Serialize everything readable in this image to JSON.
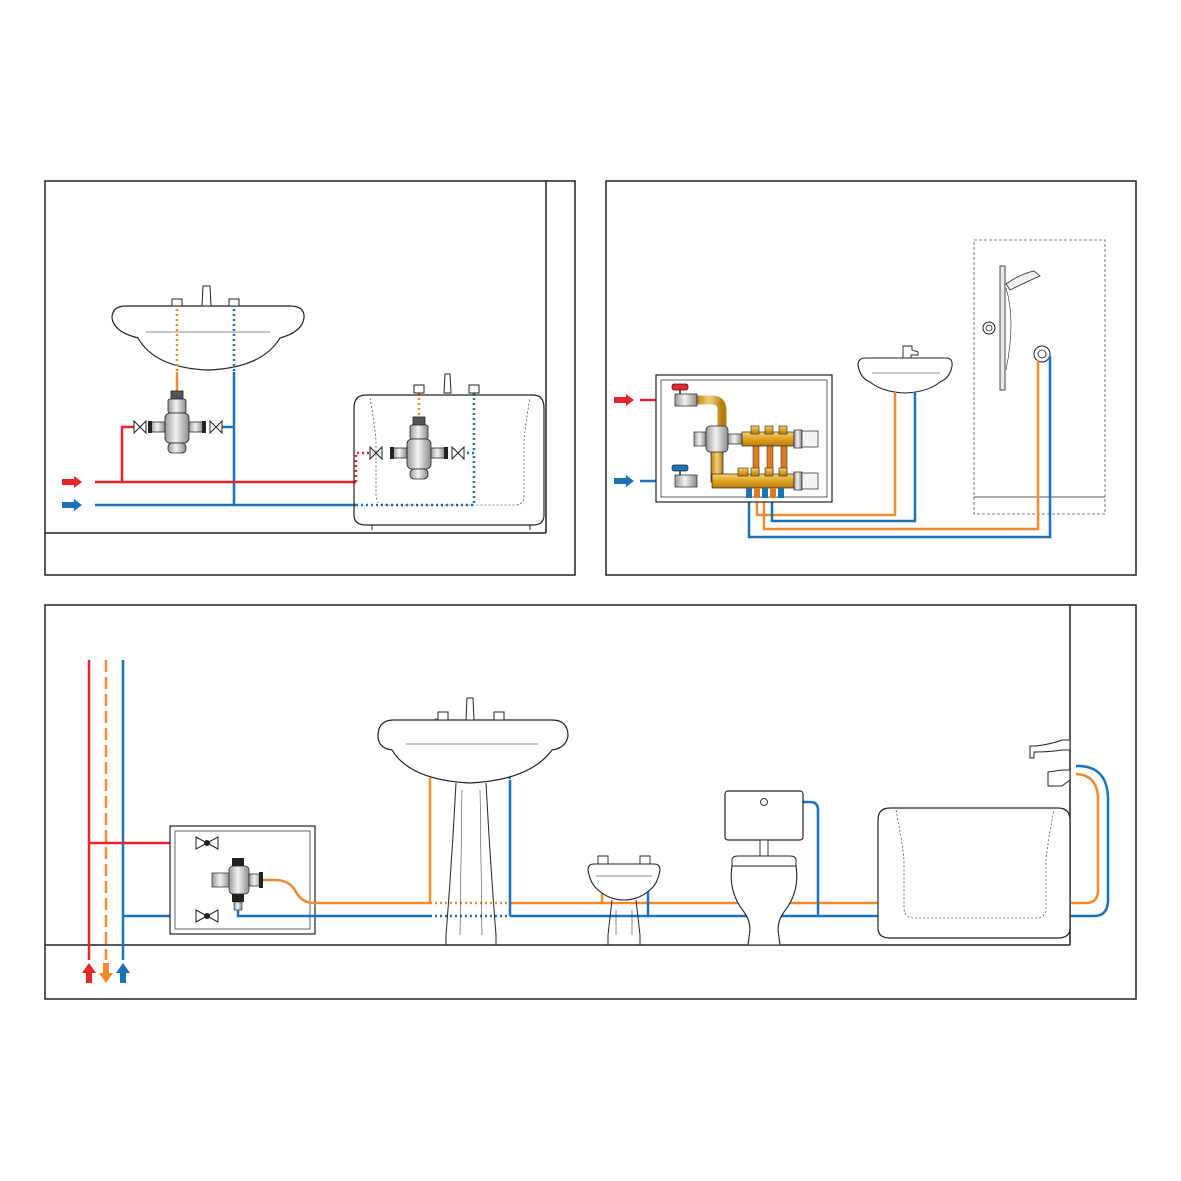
{
  "colors": {
    "hot": "#e8262a",
    "mixed": "#ef8a2e",
    "cold": "#1a73b8",
    "outline": "#222222",
    "valve_body": "#d8d8d8",
    "manifold": "#e0a21d",
    "background": "#ffffff"
  },
  "panels": [
    {
      "id": "panel-point-of-use",
      "fixtures": [
        "washbasin",
        "bathtub"
      ],
      "valves": [
        "thermostatic-mixing-valve",
        "thermostatic-mixing-valve"
      ]
    },
    {
      "id": "panel-manifold-system",
      "fixtures": [
        "washbasin",
        "shower"
      ],
      "valves": [
        "thermostatic-mixing-valve",
        "manifold"
      ]
    },
    {
      "id": "panel-centralised",
      "fixtures": [
        "washbasin",
        "bidet",
        "toilet",
        "bathtub"
      ],
      "valves": [
        "thermostatic-mixing-valve"
      ]
    }
  ],
  "icons": [
    "arrow-right-icon",
    "arrow-up-icon",
    "arrow-down-icon",
    "shut-off-valve-icon",
    "ball-valve-icon"
  ]
}
